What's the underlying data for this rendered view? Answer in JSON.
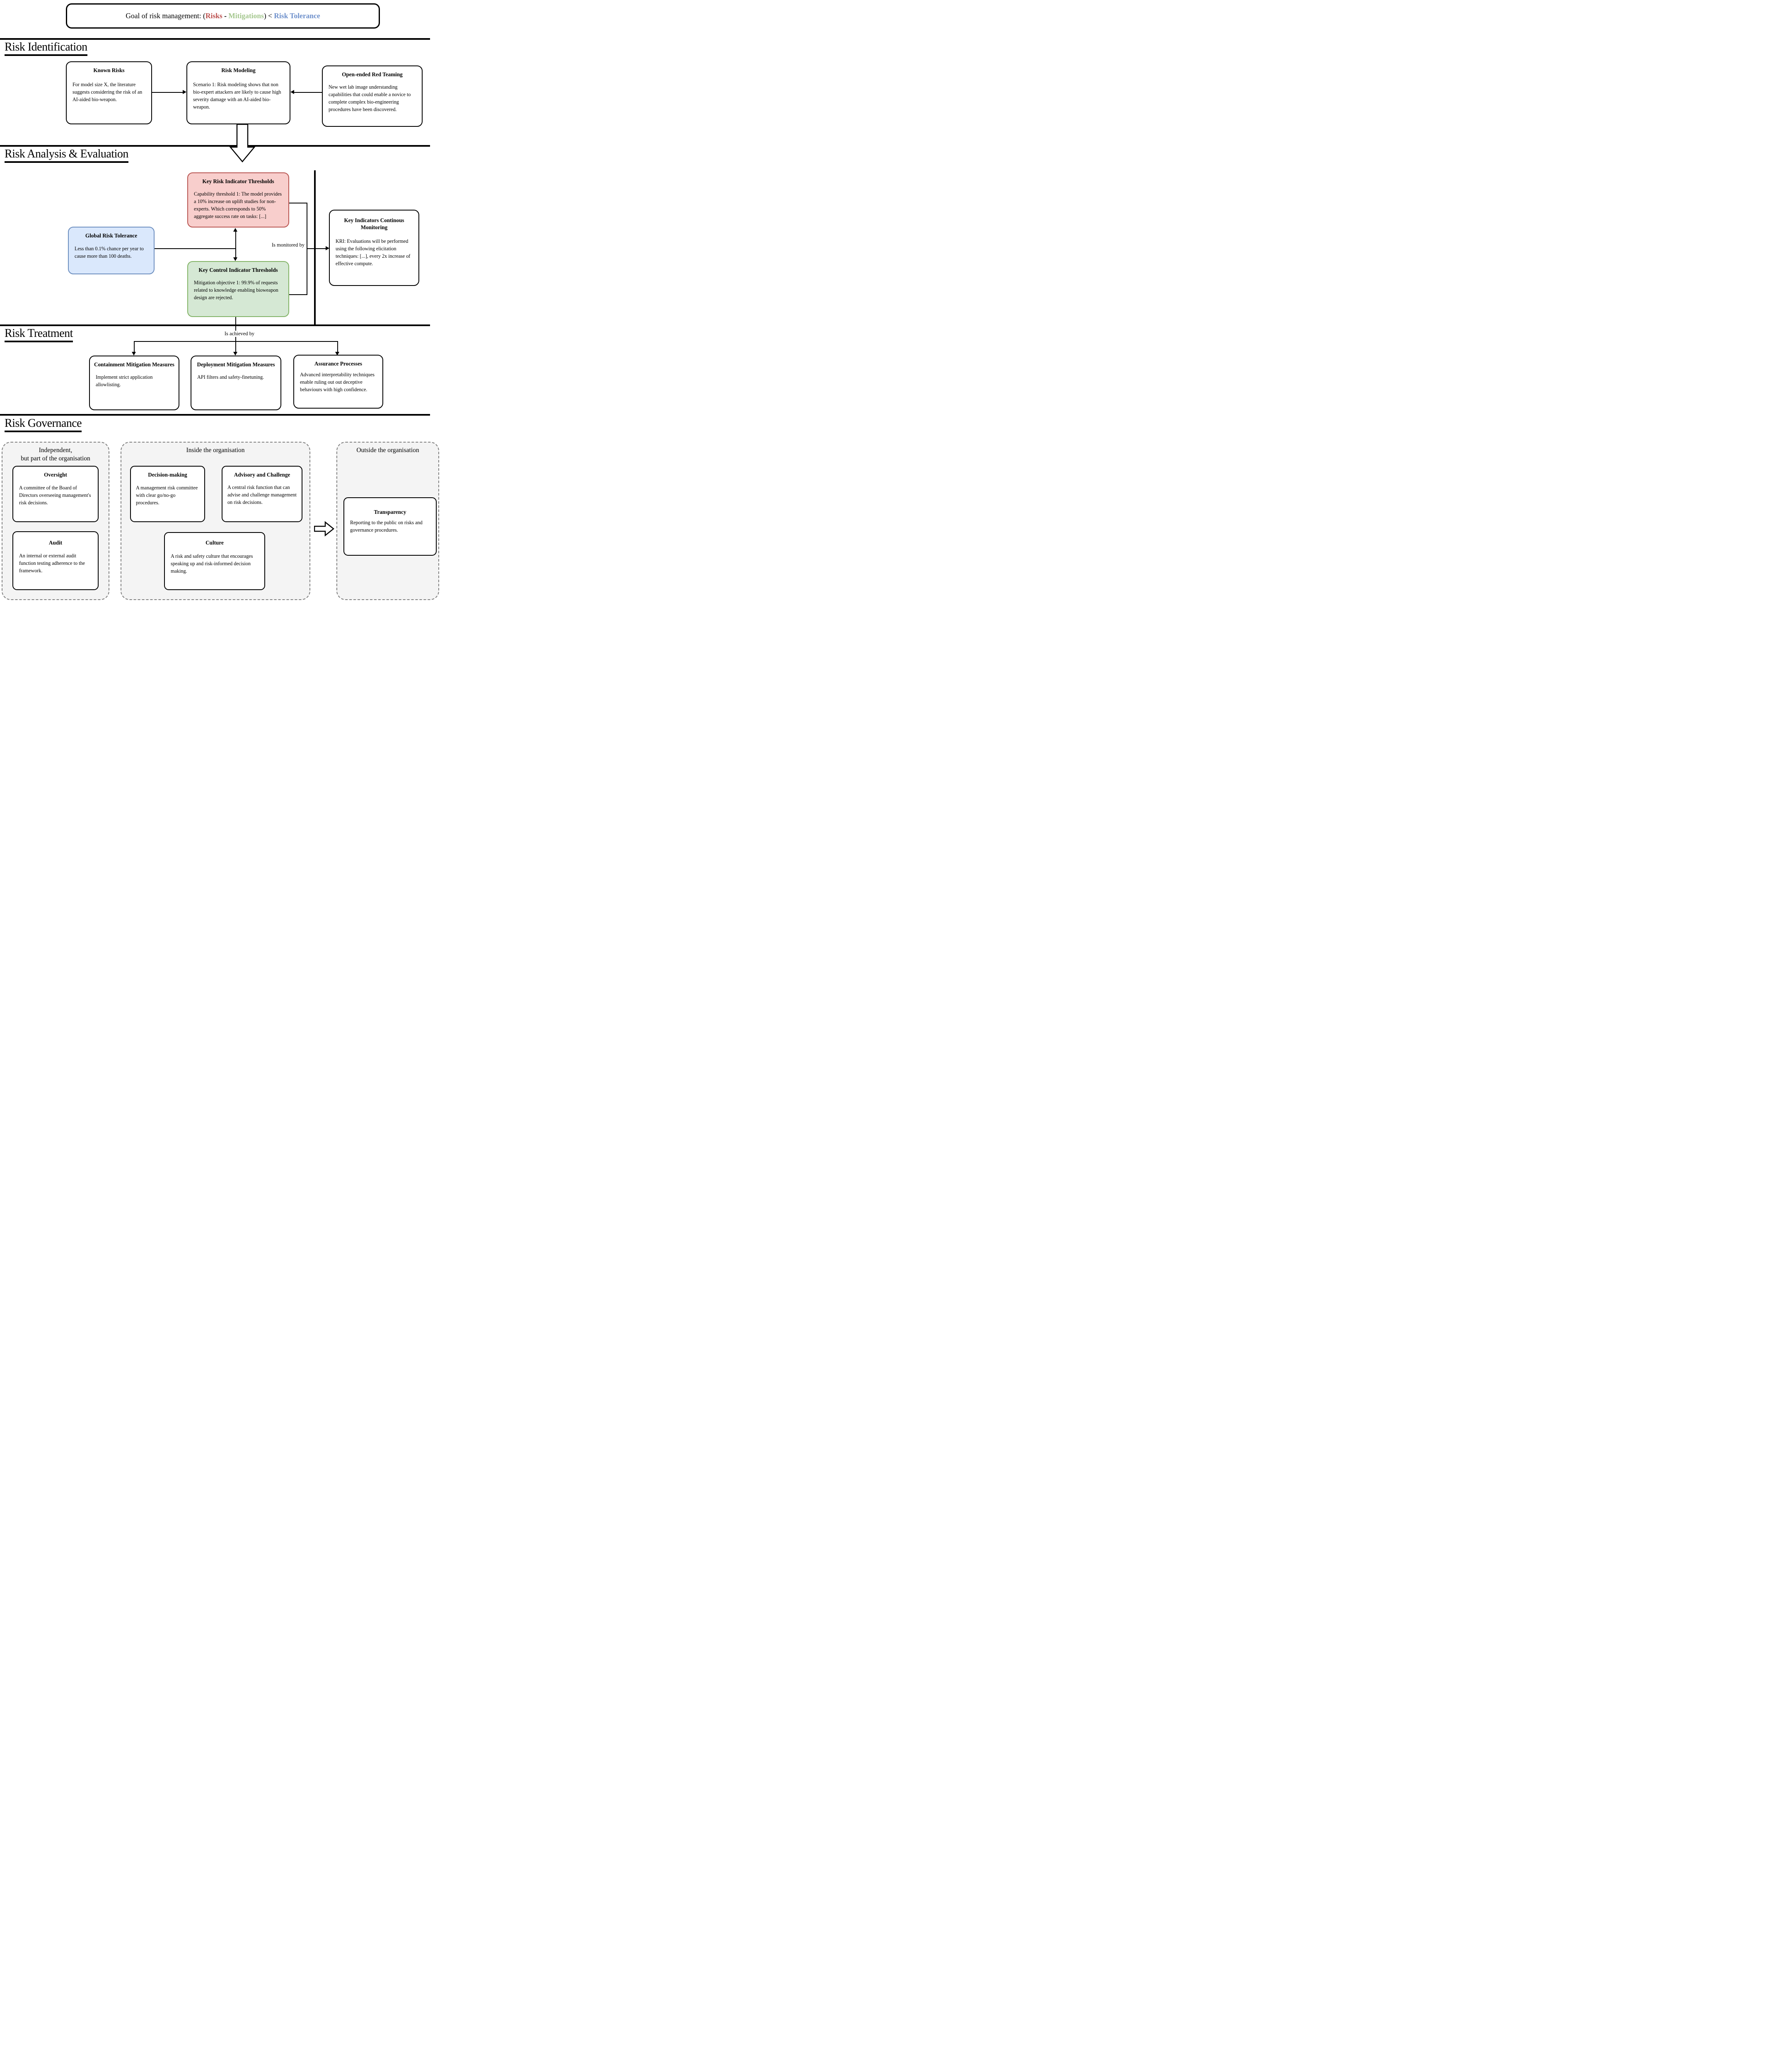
{
  "colors": {
    "risks": "#bd5250",
    "mitigations": "#a4c78e",
    "tolerance": "#6e90cb",
    "red_fill": "#f8cecc",
    "red_border": "#b85450",
    "green_fill": "#d5e8d4",
    "green_border": "#82b366",
    "blue_fill": "#dae8fc",
    "blue_border": "#6c8ebf",
    "governance_fill": "#f4f4f4",
    "governance_border": "#808080"
  },
  "banner": {
    "prefix": "Goal of risk management: (",
    "risks": "Risks",
    "dash": " - ",
    "mitigations": "Mitigations",
    "close": ") < ",
    "tolerance": "Risk Tolerance"
  },
  "sections": {
    "identification": {
      "heading": "Risk Identification",
      "known_risks": {
        "title": "Known Risks",
        "body": "For model size X, the literature suggests considering the risk of an AI-aided bio-weapon."
      },
      "risk_modeling": {
        "title": "Risk Modeling",
        "body": "Scenario 1: Risk modeling shows that non bio-expert attackers are likely to cause high severity damage with an AI-aided bio-weapon."
      },
      "red_teaming": {
        "title": "Open-ended Red Teaming",
        "body": "New wet lab image understanding capabilities that could enable a novice to complete complex bio-engineering procedures have been discovered."
      }
    },
    "analysis": {
      "heading": "Risk Analysis & Evaluation",
      "kri": {
        "title": "Key Risk Indicator Thresholds",
        "body": "Capability threshold 1: The model provides a 10% increase on uplift studies for non-experts. Which corresponds to 50% aggregate success rate on tasks: [...]"
      },
      "global_risk_tolerance": {
        "title": "Global Risk Tolerance",
        "body": "Less than 0.1% chance per year to cause more than 100 deaths."
      },
      "kci": {
        "title": "Key Control Indicator Thresholds",
        "body": "Mitigation objective 1: 99.9% of requests related to knowledge enabling bioweapon design are rejected."
      },
      "monitoring": {
        "title": "Key Indicators Continous Monitoring",
        "body": "KRI: Evaluations will be performed using the following elicitation techniques: [...], every 2x increase of effective compute."
      },
      "monitored_label": "Is monitored by"
    },
    "treatment": {
      "heading": "Risk Treatment",
      "achieved_label": "Is achieved by",
      "containment": {
        "title": "Containment Mitigation Measures",
        "body": "Implement strict application allowlisting."
      },
      "deployment": {
        "title": "Deployment Mitigation Measures",
        "body": "API filters and safety-finetuning."
      },
      "assurance": {
        "title": "Assurance Processes",
        "body": "Advanced interpretability techniques enable ruling out out deceptive behaviours with high confidence."
      }
    },
    "governance": {
      "heading": "Risk Governance",
      "independent": {
        "title": "Independent,\nbut part of the organisation",
        "oversight": {
          "title": "Oversight",
          "body": "A committee of the Board of Directors overseeing management's risk decisions."
        },
        "audit": {
          "title": "Audit",
          "body": "An internal or external audit function testing adherence to the framework."
        }
      },
      "inside": {
        "title": "Inside the organisation",
        "decision": {
          "title": "Decision-making",
          "body": "A management risk committee with clear go/no-go procedures."
        },
        "advisory": {
          "title": "Advisory and Challenge",
          "body": "A central risk function that can advise and challenge management on risk decisions."
        },
        "culture": {
          "title": "Culture",
          "body": "A risk and safety culture that encourages speaking up and risk-informed decision making."
        }
      },
      "outside": {
        "title": "Outside the organisation",
        "transparency": {
          "title": "Transparency",
          "body": "Reporting to the public on risks and governance procedures."
        }
      }
    }
  }
}
